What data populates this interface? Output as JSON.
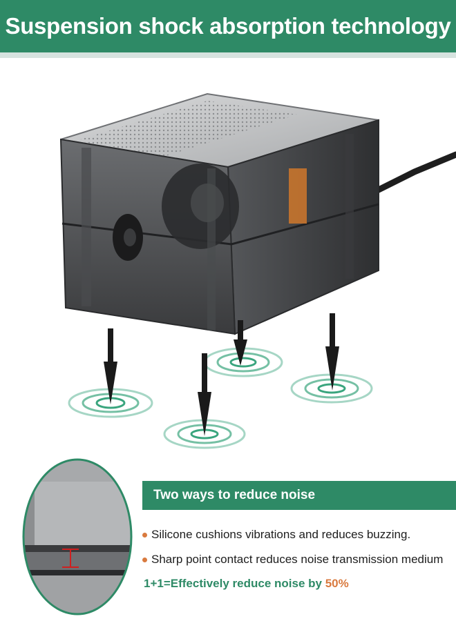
{
  "header": {
    "title": "Suspension shock absorption technology"
  },
  "section": {
    "title": "Two ways to reduce noise",
    "benefits": [
      "Silicone cushions vibrations and reduces buzzing.",
      "Sharp point contact reduces noise transmission medium"
    ],
    "summary_prefix": "1+1=Effectively reduce noise by ",
    "summary_highlight": "50%"
  },
  "colors": {
    "brand_green": "#2e8a66",
    "accent_orange": "#d97a3f"
  },
  "icons": [
    "air-pump-device-icon",
    "spike-foot-icon",
    "vibration-ripple-icon",
    "zoom-detail-icon",
    "bullet-dot-icon"
  ]
}
